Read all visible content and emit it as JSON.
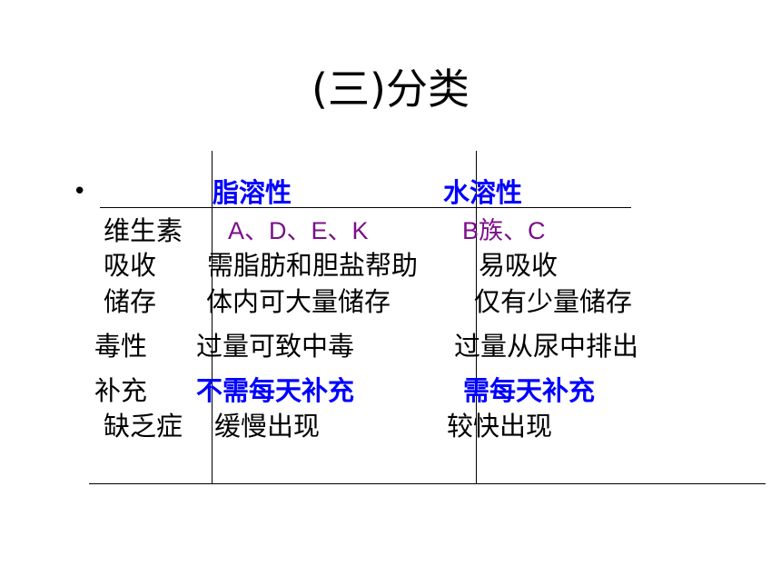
{
  "title": "(三)分类",
  "bullet": "•",
  "header": {
    "fat_soluble": "脂溶性",
    "water_soluble": "水溶性"
  },
  "rows": [
    {
      "label": "维生素",
      "fat": "A、D、E、K",
      "water": "B族、C"
    },
    {
      "label": "吸收",
      "fat": "需脂肪和胆盐帮助",
      "water": "易吸收"
    },
    {
      "label": "储存",
      "fat": "体内可大量储存",
      "water": "仅有少量储存"
    },
    {
      "label": "毒性",
      "fat": "过量可致中毒",
      "water": "过量从尿中排出"
    },
    {
      "label": "补充",
      "fat": "不需每天补充",
      "water": "需每天补充"
    },
    {
      "label": "缺乏症",
      "fat": "缓慢出现",
      "water": "较快出现"
    }
  ],
  "colors": {
    "header_blue": "#0000ff",
    "vitamin_purple": "#7b0f8a",
    "text": "#000000"
  }
}
